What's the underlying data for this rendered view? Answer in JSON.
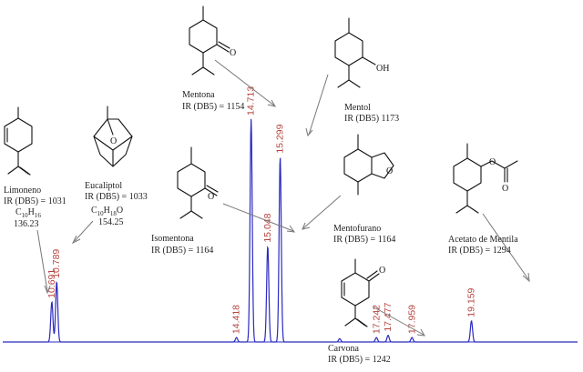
{
  "colors": {
    "trace": "#2a2ac0",
    "peak_label": "#b5443f",
    "text": "#222222",
    "arrow": "#777777",
    "background": "#ffffff"
  },
  "chart_data": {
    "type": "line",
    "title": "",
    "xlabel": "",
    "ylabel": "",
    "xlim": [
      9.7,
      21.3
    ],
    "ylim": [
      0,
      100
    ],
    "grid": false,
    "legend": "none",
    "peaks": [
      {
        "rt": 10.691,
        "label": "10.691",
        "height": 18
      },
      {
        "rt": 10.789,
        "label": "10.789",
        "height": 27
      },
      {
        "rt": 14.418,
        "label": "14.418",
        "height": 2
      },
      {
        "rt": 14.713,
        "label": "14.713",
        "height": 100
      },
      {
        "rt": 15.048,
        "label": "15.048",
        "height": 43
      },
      {
        "rt": 15.299,
        "label": "15.299",
        "height": 83
      },
      {
        "rt": 16.5,
        "label": "",
        "height": 1.5
      },
      {
        "rt": 17.242,
        "label": "17.242",
        "height": 2
      },
      {
        "rt": 17.477,
        "label": "17.477",
        "height": 3
      },
      {
        "rt": 17.959,
        "label": "17.959",
        "height": 2
      },
      {
        "rt": 19.159,
        "label": "19.159",
        "height": 9.5
      }
    ]
  },
  "compounds": {
    "limoneno": {
      "name": "Limoneno",
      "ir": "IR (DB5) = 1031",
      "formula_base": "C",
      "sub1": "10",
      "mid": "H",
      "sub2": "16",
      "mass": "136.23"
    },
    "eucaliptol": {
      "name": "Eucaliptol",
      "ir": "IR (DB5) = 1033",
      "formula_base": "C",
      "sub1": "10",
      "mid": "H",
      "sub2": "18",
      "tail": "O",
      "mass": "154.25"
    },
    "mentona": {
      "name": "Mentona",
      "ir": "IR (DB5) = 1154"
    },
    "mentol": {
      "name": "Mentol",
      "ir": "IR (DB5) 1173"
    },
    "isomentona": {
      "name": "Isomentona",
      "ir": "IR (DB5) = 1164"
    },
    "mentofurano": {
      "name": "Mentofurano",
      "ir": "IR (DB5) = 1164"
    },
    "acetato": {
      "name": "Acetato de Mentila",
      "ir": "IR (DB5) = 1294"
    },
    "carvona": {
      "name": "Carvona",
      "ir": "IR (DB5) = 1242"
    }
  },
  "atoms": {
    "ketone_o": "O",
    "alcohol_oh": "OH",
    "ether_o": "O"
  }
}
